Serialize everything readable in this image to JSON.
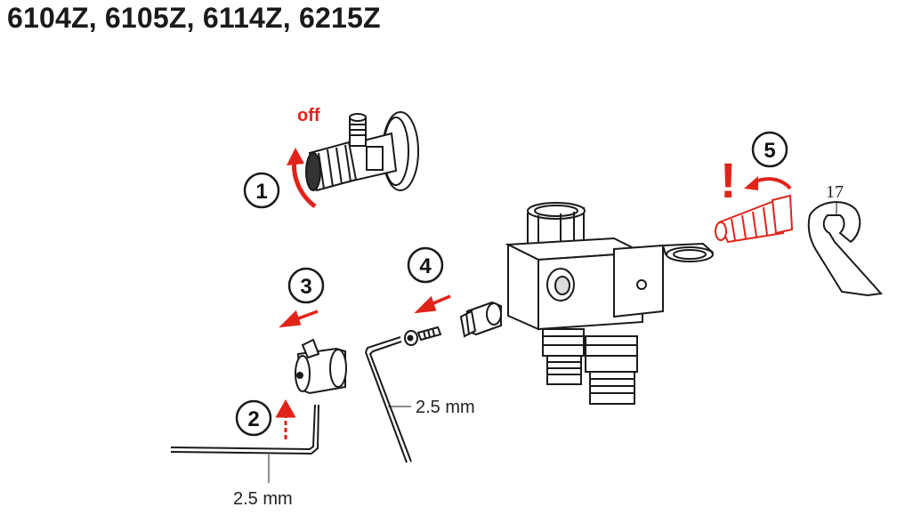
{
  "title": "6104Z, 6105Z, 6114Z, 6215Z",
  "labels": {
    "off": "off",
    "exclamation": "!",
    "wrench_size": "17",
    "hex_key_left": "2.5 mm",
    "hex_key_right": "2.5 mm"
  },
  "steps": [
    "1",
    "2",
    "3",
    "4",
    "5"
  ],
  "colors": {
    "accent": "#e2231a",
    "line": "#1a1a1a",
    "background": "#ffffff"
  },
  "icons": [
    "angle-valve-icon",
    "thermostat-body-icon",
    "wrench-icon",
    "hex-key-icon",
    "cap-icon",
    "screw-icon",
    "fitting-icon"
  ]
}
